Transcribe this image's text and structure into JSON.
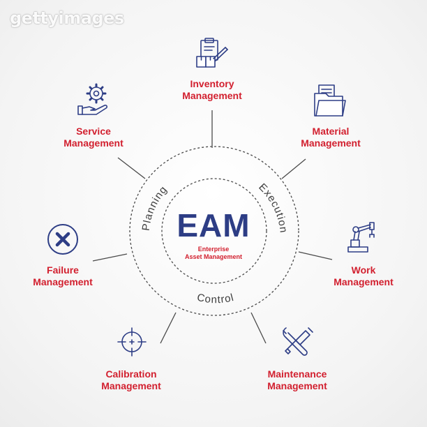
{
  "watermark": "gettyimages",
  "center": {
    "title": "EAM",
    "subtitle_line1": "Enterprise",
    "subtitle_line2": "Asset Management"
  },
  "ring": {
    "left": "Planning",
    "right": "Execution",
    "bottom": "Control"
  },
  "nodes": [
    {
      "id": "inventory",
      "line1": "Inventory",
      "line2": "Management",
      "icon": "inventory-clipboard-icon"
    },
    {
      "id": "material",
      "line1": "Material",
      "line2": "Management",
      "icon": "folder-files-icon"
    },
    {
      "id": "work",
      "line1": "Work",
      "line2": "Management",
      "icon": "robot-arm-icon"
    },
    {
      "id": "maintenance",
      "line1": "Maintenance",
      "line2": "Management",
      "icon": "wrench-screwdriver-icon"
    },
    {
      "id": "calibration",
      "line1": "Calibration",
      "line2": "Management",
      "icon": "crosshair-icon"
    },
    {
      "id": "failure",
      "line1": "Failure",
      "line2": "Management",
      "icon": "x-circle-icon"
    },
    {
      "id": "service",
      "line1": "Service",
      "line2": "Management",
      "icon": "hand-gear-icon"
    }
  ],
  "colors": {
    "icon_stroke": "#2d3d85",
    "label": "#d2202f",
    "connector": "#4a4a4a"
  }
}
